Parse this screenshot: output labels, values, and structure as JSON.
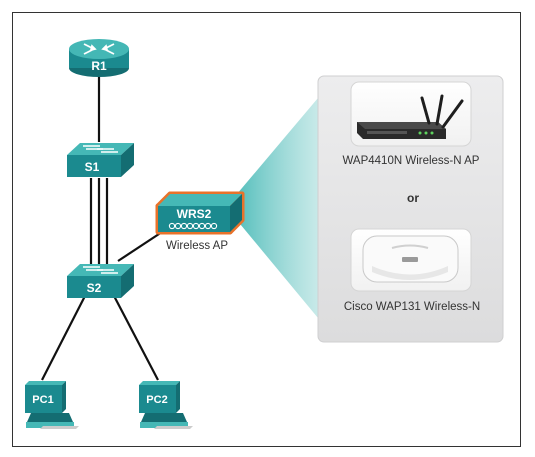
{
  "devices": {
    "router": {
      "label": "R1",
      "icon": "router-icon"
    },
    "switch1": {
      "label": "S1",
      "icon": "switch-icon"
    },
    "switch2": {
      "label": "S2",
      "icon": "switch-icon"
    },
    "wireless_router": {
      "label": "WRS2",
      "caption": "Wireless AP",
      "icon": "wireless-router-icon"
    },
    "pc1": {
      "label": "PC1",
      "icon": "pc-icon"
    },
    "pc2": {
      "label": "PC2",
      "icon": "pc-icon"
    }
  },
  "callout": {
    "ap1_caption": "WAP4410N Wireless-N AP",
    "separator": "or",
    "ap2_caption": "Cisco WAP131 Wireless-N"
  },
  "colors": {
    "device_teal": "#1b8a8f",
    "device_top": "#3fb6b4",
    "highlight_orange": "#e8722a",
    "panel_gray": "#e9e9ea",
    "beam": "#36b3b0"
  }
}
